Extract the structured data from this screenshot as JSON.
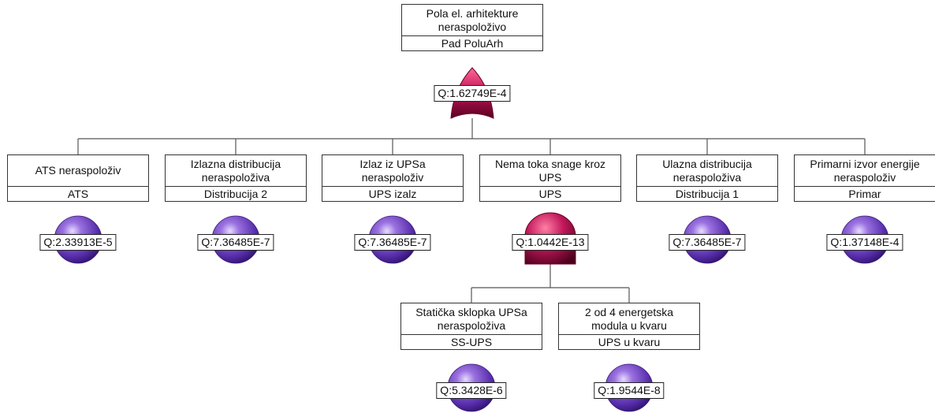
{
  "colors": {
    "line": "#555555",
    "gate": "#c2185b",
    "gate_dark": "#6a0025",
    "event": "#7a4fc4",
    "event_dark": "#3b1c7a"
  },
  "tree": {
    "top": {
      "description": "Pola el. arhitekture\nneraspoloživo",
      "label": "Pad PoluArh",
      "gate": "or-gate",
      "q": "Q:1.62749E-4"
    },
    "children": [
      {
        "description": "ATS neraspoloživ",
        "label": "ATS",
        "shape": "basic-event",
        "q": "Q:2.33913E-5"
      },
      {
        "description": "Izlazna distribucija\nneraspoloživa",
        "label": "Distribucija 2",
        "shape": "basic-event",
        "q": "Q:7.36485E-7"
      },
      {
        "description": "Izlaz iz UPSa\nneraspoloživ",
        "label": "UPS izalz",
        "shape": "basic-event",
        "q": "Q:7.36485E-7"
      },
      {
        "description": "Nema toka snage kroz\nUPS",
        "label": "UPS",
        "shape": "and-gate",
        "q": "Q:1.0442E-13"
      },
      {
        "description": "Ulazna distribucija\nneraspoloživa",
        "label": "Distribucija 1",
        "shape": "basic-event",
        "q": "Q:7.36485E-7"
      },
      {
        "description": "Primarni izvor energije\nneraspoloživ",
        "label": "Primar",
        "shape": "basic-event",
        "q": "Q:1.37148E-4"
      }
    ],
    "ups_children": [
      {
        "description": "Statička sklopka UPSa\nneraspoloživa",
        "label": "SS-UPS",
        "shape": "basic-event",
        "q": "Q:5.3428E-6"
      },
      {
        "description": "2 od 4 energetska\nmodula u kvaru",
        "label": "UPS u kvaru",
        "shape": "basic-event",
        "q": "Q:1.9544E-8"
      }
    ]
  }
}
